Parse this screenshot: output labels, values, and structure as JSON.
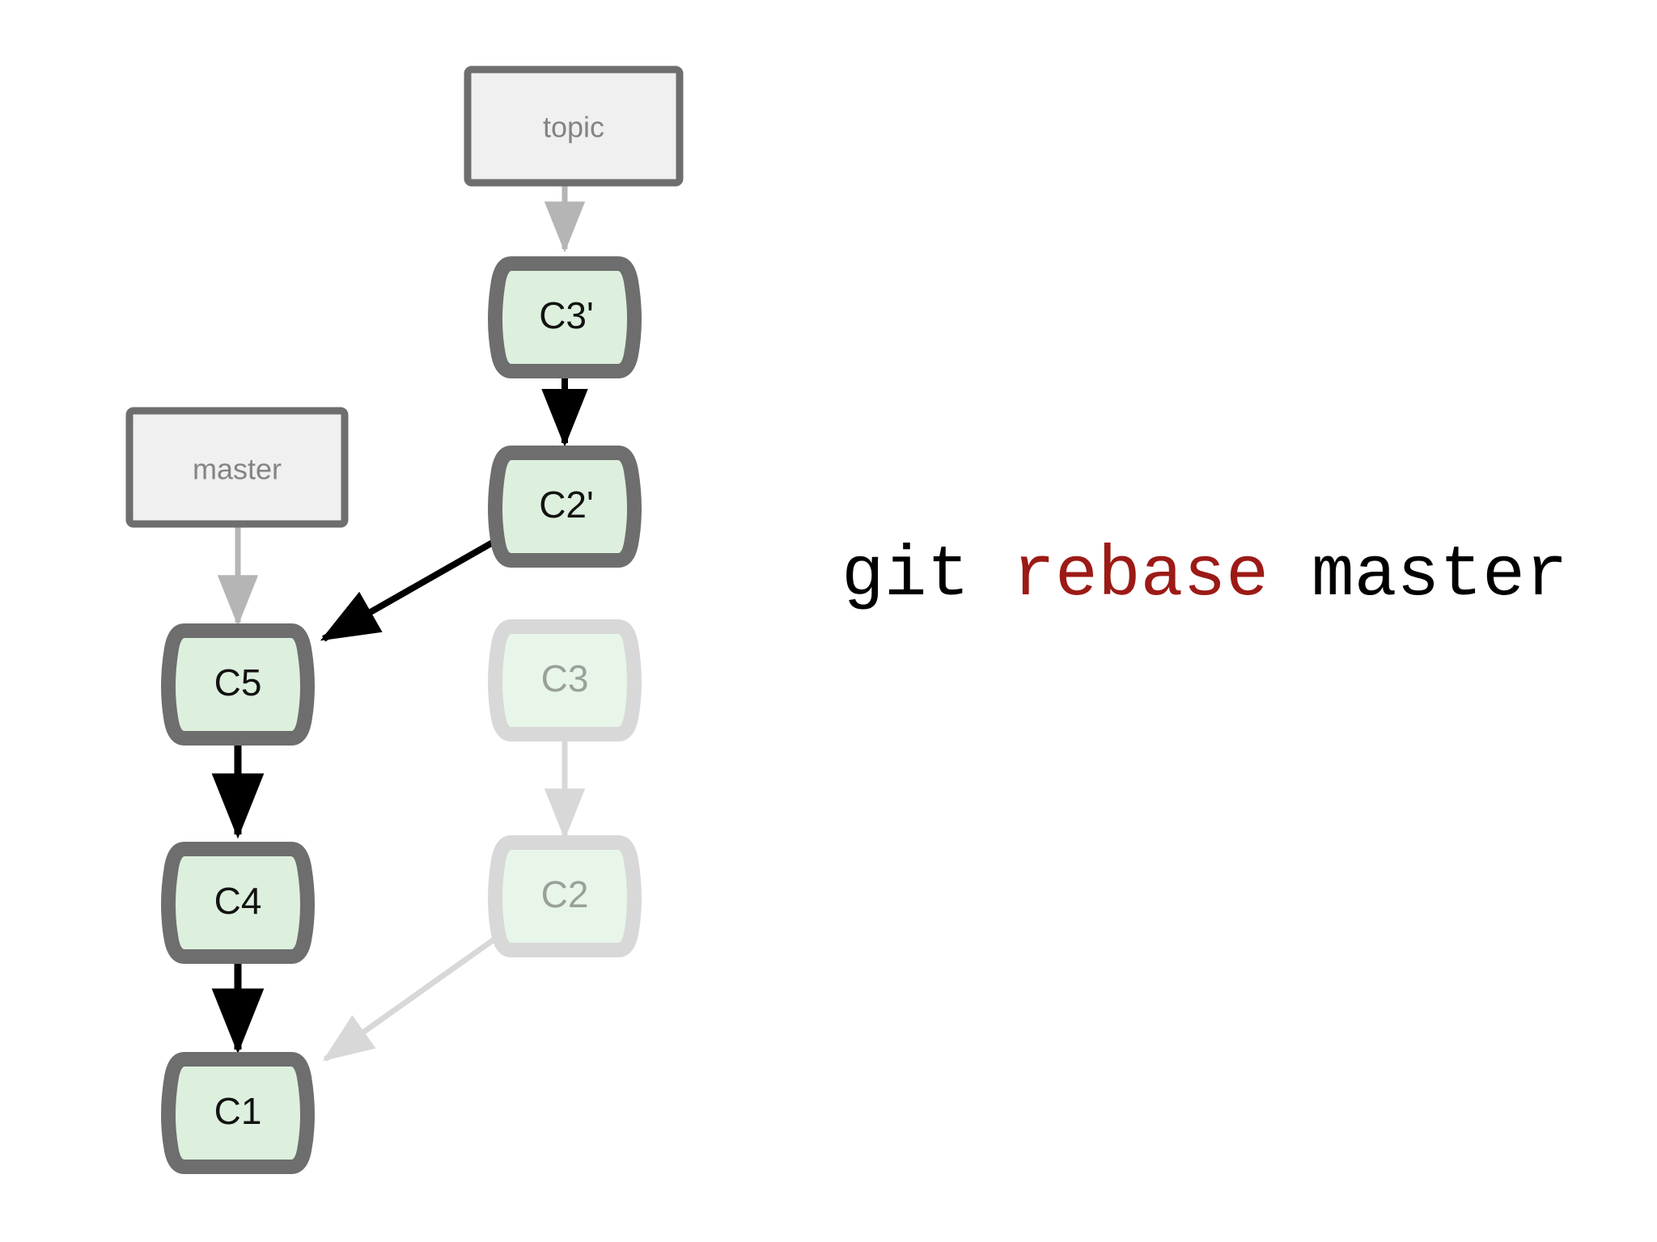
{
  "diagram": {
    "title": "git rebase master",
    "background_color": "#ffffff",
    "colors": {
      "commit_fill": "#ddf0de",
      "commit_border": "#6e6e6e",
      "commit_text": "#121212",
      "faded_commit_fill": "#e8f6e9",
      "faded_commit_border": "#d8d8d8",
      "faded_commit_text": "#9aa09a",
      "branch_box_fill": "#f0f0f0",
      "branch_box_border": "#6e6e6e",
      "branch_label_text": "#848484",
      "active_edge": "#000000",
      "faded_edge": "#b5b5b5",
      "ghost_edge": "#d8d8d8",
      "command_keyword": "#9c1a16",
      "command_text": "#000000"
    },
    "branch_labels": [
      {
        "id": "topic",
        "label": "topic",
        "points_to": "C3p"
      },
      {
        "id": "master",
        "label": "master",
        "points_to": "C5"
      }
    ],
    "commits": [
      {
        "id": "C3p",
        "label": "C3'",
        "state": "active"
      },
      {
        "id": "C2p",
        "label": "C2'",
        "state": "active"
      },
      {
        "id": "C5",
        "label": "C5",
        "state": "active"
      },
      {
        "id": "C4",
        "label": "C4",
        "state": "active"
      },
      {
        "id": "C1",
        "label": "C1",
        "state": "active"
      },
      {
        "id": "C3",
        "label": "C3",
        "state": "faded"
      },
      {
        "id": "C2",
        "label": "C2",
        "state": "faded"
      }
    ],
    "edges": [
      {
        "from": "topic",
        "to": "C3p",
        "style": "faded"
      },
      {
        "from": "C3p",
        "to": "C2p",
        "style": "active"
      },
      {
        "from": "C2p",
        "to": "C5",
        "style": "active"
      },
      {
        "from": "master",
        "to": "C5",
        "style": "faded"
      },
      {
        "from": "C5",
        "to": "C4",
        "style": "active"
      },
      {
        "from": "C4",
        "to": "C1",
        "style": "active"
      },
      {
        "from": "C3",
        "to": "C2",
        "style": "ghost"
      },
      {
        "from": "C2",
        "to": "C1",
        "style": "ghost"
      }
    ]
  },
  "command": {
    "part1": "git ",
    "keyword": "rebase",
    "part2": " master"
  }
}
